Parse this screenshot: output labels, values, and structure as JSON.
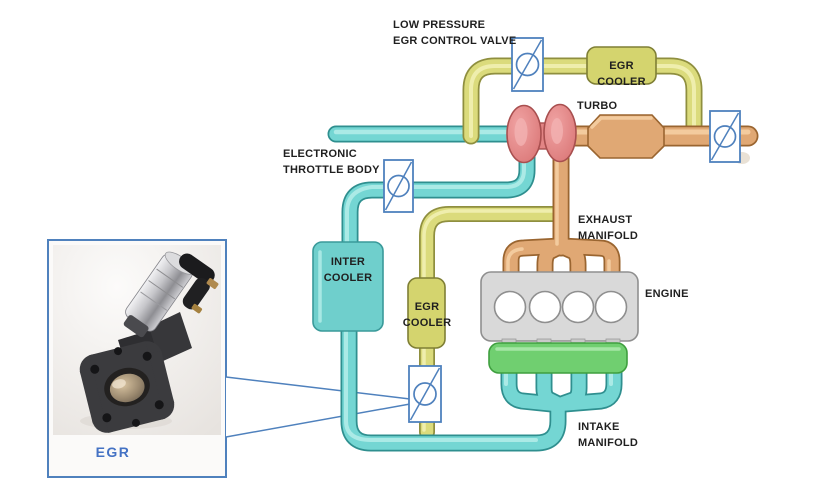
{
  "title": "Engine low-pressure EGR system diagram",
  "labels": {
    "lp_egr_valve": "LOW PRESSURE\nEGR CONTROL VALVE",
    "egr_cooler_top": "EGR COOLER",
    "turbo": "TURBO",
    "throttle_body": "ELECTRONIC\nTHROTTLE BODY",
    "exhaust_manifold": "EXHAUST\nMANIFOLD",
    "engine": "ENGINE",
    "intercooler": "INTER\nCOOLER",
    "egr_cooler_mid": "EGR\nCOOLER",
    "intake_manifold": "INTAKE\nMANIFOLD",
    "photo_caption": "EGR"
  },
  "icons": {
    "valve_symbol": "circle-slash-valve-icon",
    "photo_subject": "egr-valve-photograph"
  },
  "colors": {
    "intake_air_pipe": "#74d6d3",
    "intake_pipe_outline": "#2f8f8f",
    "egr_pipe": "#dbdb7c",
    "egr_pipe_outline": "#8f8f3f",
    "egr_cooler_fill": "#d4d46e",
    "exhaust_pipe": "#e0a874",
    "exhaust_pipe_outline": "#9a6530",
    "turbo_fill": "#e28585",
    "turbo_outline": "#a84f4f",
    "engine_block": "#d9d9d9",
    "intake_plenum": "#70cf70",
    "valve_symbol_stroke": "#4f81bd",
    "photo_caption_color": "#4472c4"
  }
}
